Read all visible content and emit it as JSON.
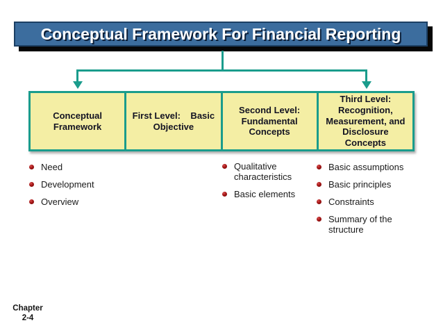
{
  "slide": {
    "title": "Conceptual Framework For Financial Reporting",
    "chapter": {
      "label": "Chapter",
      "number": "2-4"
    }
  },
  "diagram": {
    "boxes": [
      {
        "label": "Conceptual\nFramework"
      },
      {
        "label": "First Level:    Basic\nObjective"
      },
      {
        "label": "Second Level:\nFundamental\nConcepts"
      },
      {
        "label": "Third Level:\nRecognition,\nMeasurement, and\nDisclosure\nConcepts"
      }
    ]
  },
  "lists": [
    {
      "items": [
        "Need",
        "Development",
        "Overview"
      ]
    },
    {
      "items": [
        "Qualitative characteristics",
        "Basic elements"
      ]
    },
    {
      "items": [
        "Basic assumptions",
        "Basic principles",
        "Constraints",
        "Summary of the structure"
      ]
    }
  ],
  "colors": {
    "title_bg": "#3C6D9E",
    "title_border": "#1c3f63",
    "title_shadow": "#070707",
    "connector_teal": "#1A9C8C",
    "box_fill": "#F4EEA4",
    "bullet_red": "#A31515"
  }
}
